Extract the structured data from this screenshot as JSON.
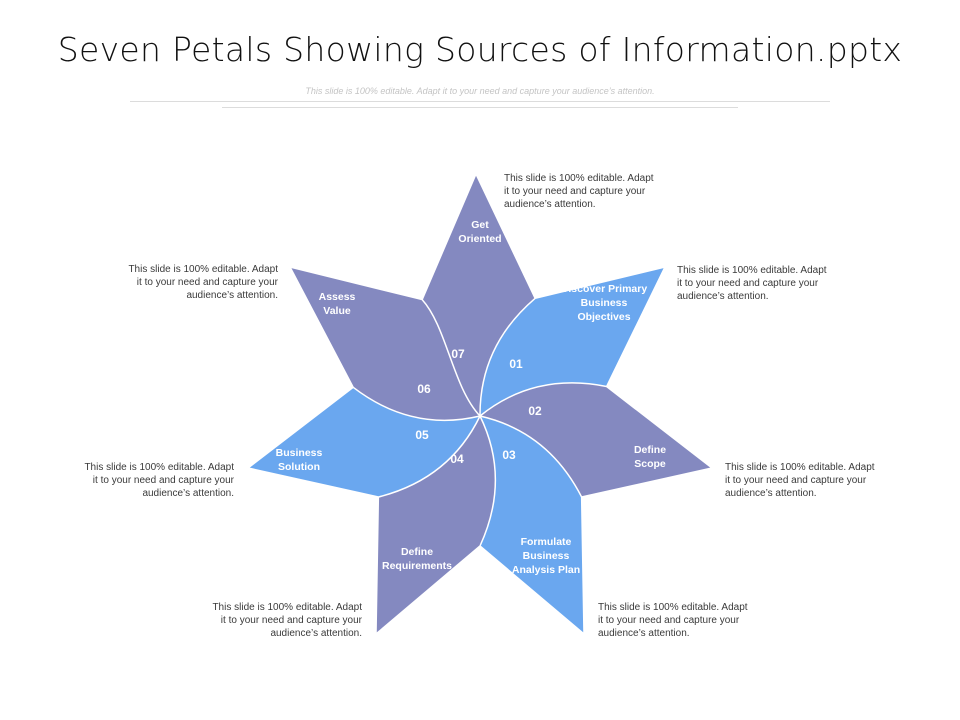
{
  "title": "Seven Petals Showing Sources of Information.pptx",
  "subtitle": "This slide is 100% editable. Adapt it to your need and capture your audience’s attention.",
  "colors": {
    "dark_petal": "#8489c0",
    "light_petal": "#6aa7ef",
    "petal_stroke": "#ffffff"
  },
  "petals": [
    {
      "number": "01",
      "label": [
        "Get",
        "Oriented"
      ],
      "shade": "dark"
    },
    {
      "number": "02",
      "label": [
        "Discover Primary",
        "Business",
        "Objectives"
      ],
      "shade": "light"
    },
    {
      "number": "03",
      "label": [
        "Define",
        "Scope"
      ],
      "shade": "dark"
    },
    {
      "number": "04",
      "label": [
        "Formulate",
        "Business",
        "Analysis Plan"
      ],
      "shade": "light"
    },
    {
      "number": "05",
      "label": [
        "Define",
        "Requirements"
      ],
      "shade": "dark"
    },
    {
      "number": "06",
      "label": [
        "Business",
        "Solution"
      ],
      "shade": "light"
    },
    {
      "number": "07",
      "label": [
        "Assess",
        "Value"
      ],
      "shade": "dark"
    }
  ],
  "descriptions": [
    [
      "This slide is 100% editable. Adapt",
      "it to your need and capture your",
      "audience’s attention."
    ],
    [
      "This slide is 100% editable. Adapt",
      "it to your need and capture your",
      "audience’s attention."
    ],
    [
      "This slide is 100% editable. Adapt",
      "it to your need and capture your",
      "audience’s attention."
    ],
    [
      "This slide is 100% editable. Adapt",
      "it to your need and capture your",
      "audience’s attention."
    ],
    [
      "This slide is 100% editable. Adapt",
      "it to your need and capture your",
      "audience’s attention."
    ],
    [
      "This slide is 100% editable. Adapt",
      "it to your need and capture your",
      "audience’s attention."
    ],
    [
      "This slide is 100% editable. Adapt",
      "it to your need and capture your",
      "audience’s attention."
    ]
  ]
}
